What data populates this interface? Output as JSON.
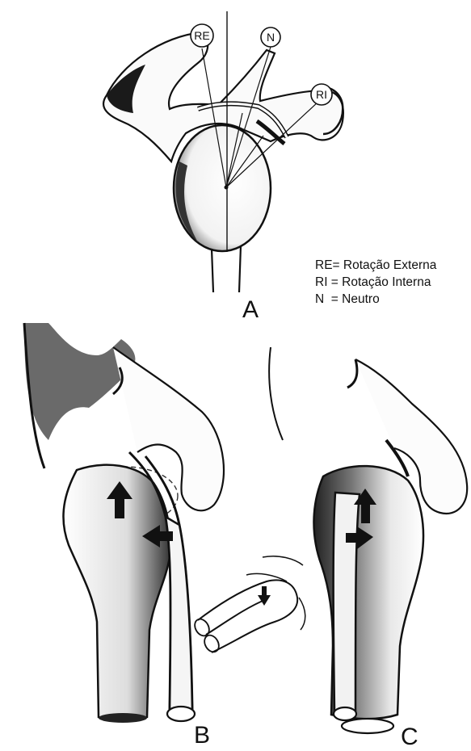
{
  "figure": {
    "panel_a": {
      "label": "A",
      "markers": {
        "re": "RE",
        "n": "N",
        "ri": "RI"
      }
    },
    "panel_b": {
      "label": "B"
    },
    "panel_c": {
      "label": "C"
    }
  },
  "legend": {
    "items": [
      "RE= Rotação Externa",
      "RI = Rotação Interna",
      "N  = Neutro"
    ]
  }
}
